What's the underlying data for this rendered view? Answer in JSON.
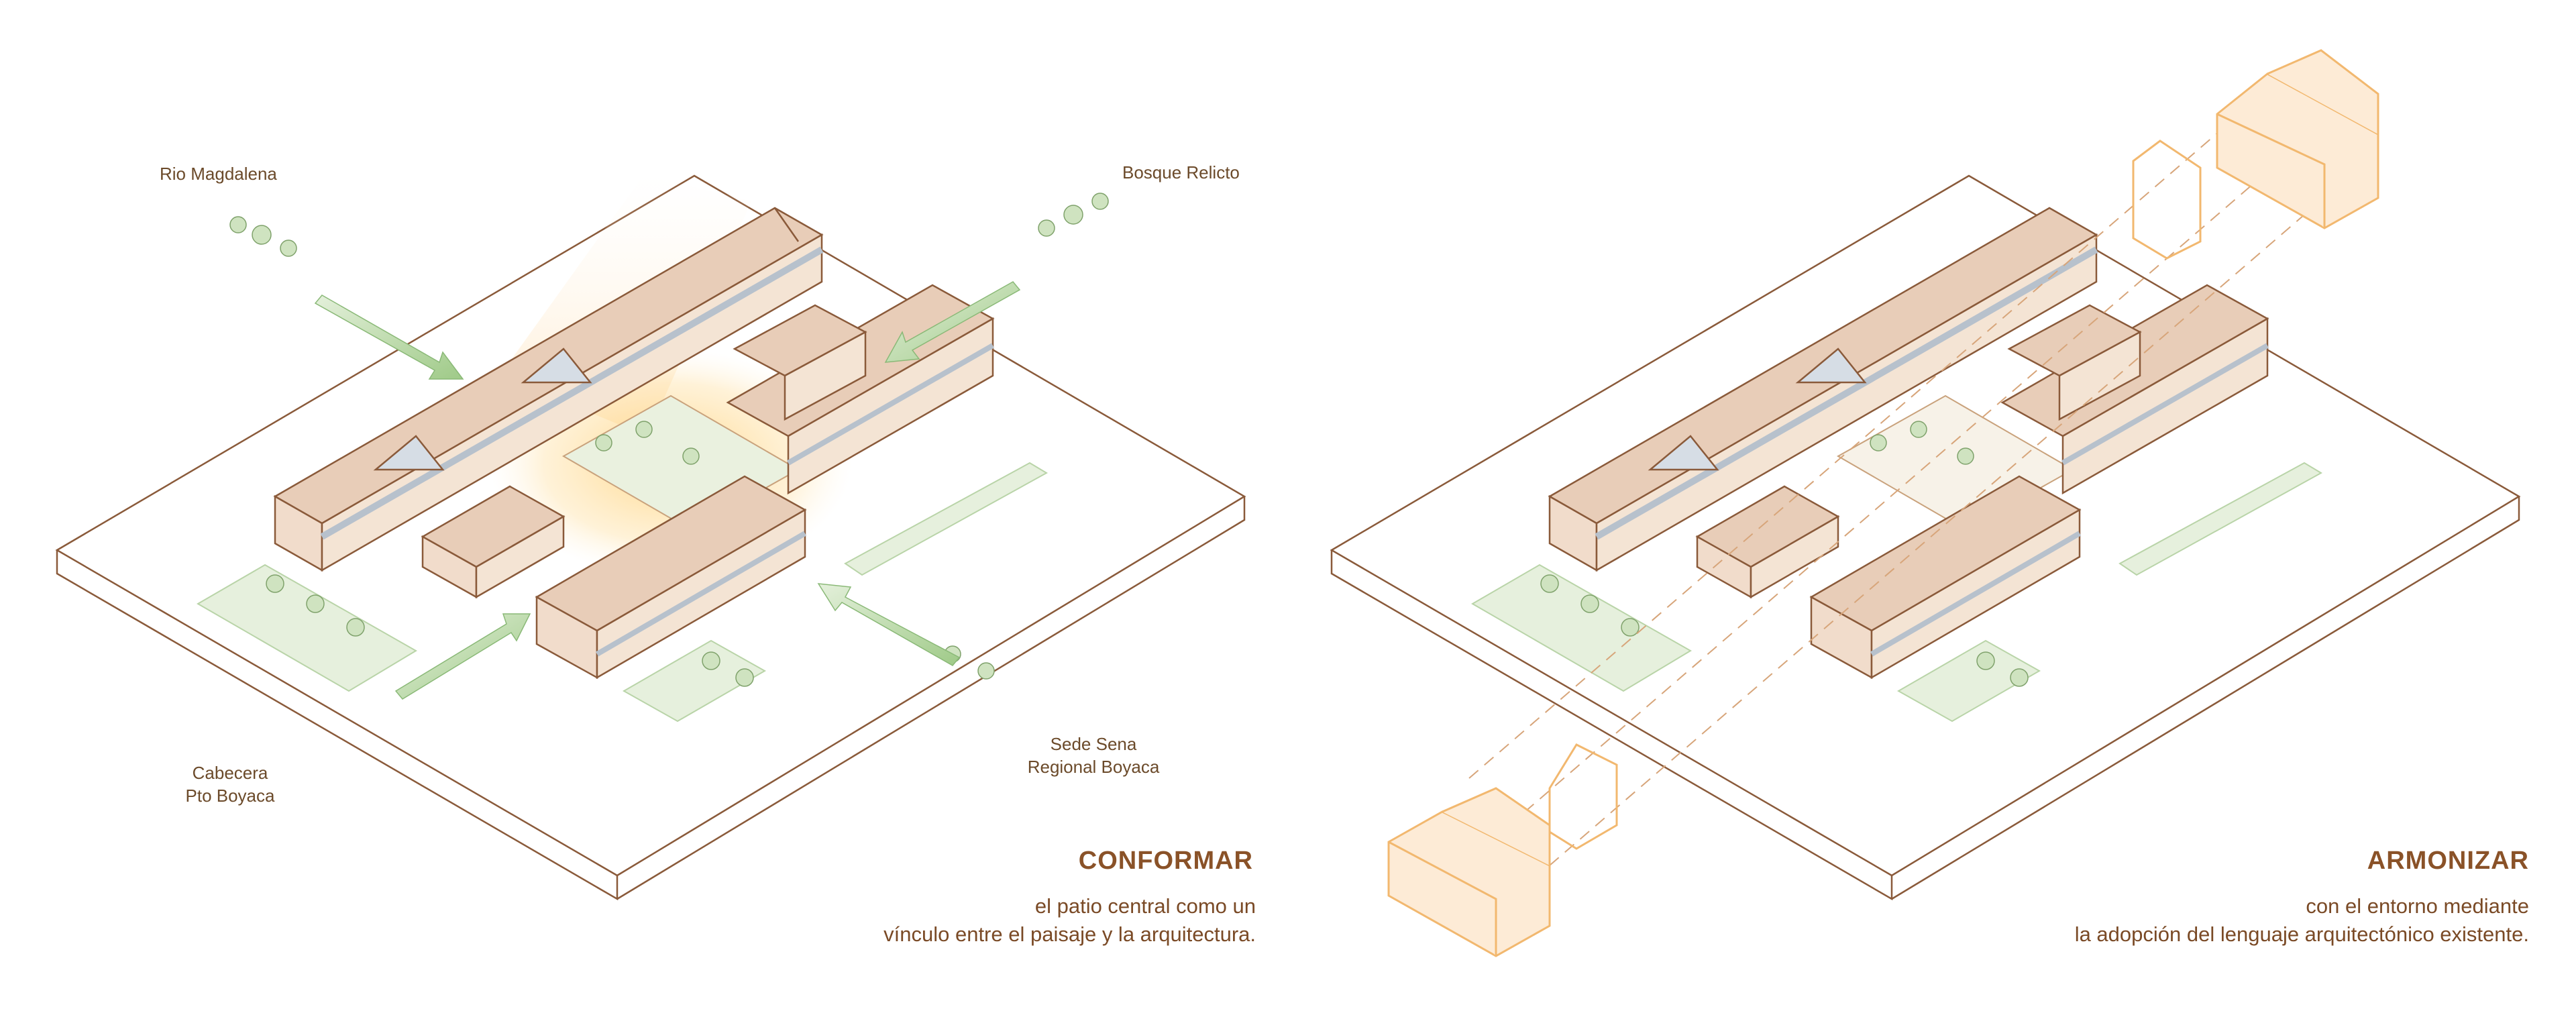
{
  "left_panel": {
    "labels": {
      "rio": "Rio Magdalena",
      "bosque": "Bosque Relicto",
      "cabecera_1": "Cabecera",
      "cabecera_2": "Pto Boyaca",
      "sena_1": "Sede Sena",
      "sena_2": "Regional Boyaca"
    },
    "heading": "CONFORMAR",
    "desc_line1": "el patio central como un",
    "desc_line2": "vínculo entre el paisaje y la arquitectura."
  },
  "right_panel": {
    "heading": "ARMONIZAR",
    "desc_line1": "con el entorno mediante",
    "desc_line2": "la adopción del lenguaje arquitectónico existente."
  },
  "colors": {
    "outline": "#8a5a3a",
    "roof": "#e8cdb8",
    "wall": "#f1dccb",
    "glass": "#d4dbe4",
    "courtyard_glow": "#ffd27a",
    "landscape_green": "#e4efdc",
    "arrow_green": "#a9cf95",
    "ghost_house": "#f2c17f",
    "text": "#7a4a26"
  }
}
